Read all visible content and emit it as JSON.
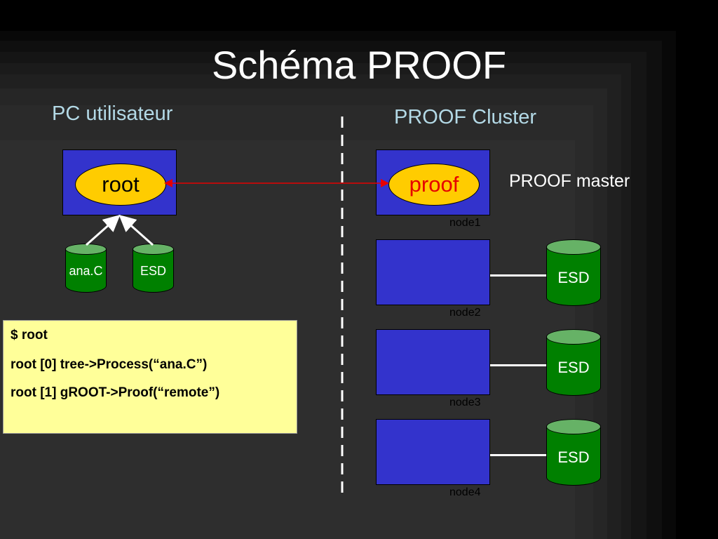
{
  "slide": {
    "title": "Schéma PROOF",
    "left_heading": "PC utilisateur",
    "right_heading": "PROOF Cluster",
    "master_label": "PROOF master"
  },
  "user_pc": {
    "process_label": "root",
    "files": [
      "ana.C",
      "ESD"
    ]
  },
  "cluster": {
    "master_process_label": "proof",
    "nodes": [
      {
        "label": "node1"
      },
      {
        "label": "node2",
        "storage": "ESD"
      },
      {
        "label": "node3",
        "storage": "ESD"
      },
      {
        "label": "node4",
        "storage": "ESD"
      }
    ]
  },
  "terminal": {
    "lines": [
      "$ root",
      "root [0] tree->Process(“ana.C”)",
      "root [1] gROOT->Proof(“remote”)"
    ]
  },
  "colors": {
    "node_box": "#3333cc",
    "process_ellipse": "#ffcc00",
    "storage": "#008000",
    "heading": "#b3d9e6",
    "connection_arrow": "#e60000",
    "terminal_bg": "#ffff99"
  }
}
